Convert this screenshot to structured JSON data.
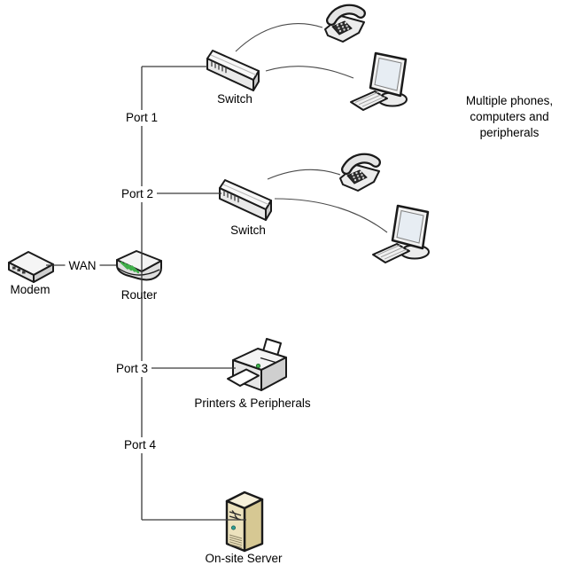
{
  "nodes": {
    "modem": {
      "label": "Modem"
    },
    "router": {
      "label": "Router"
    },
    "switch_top": {
      "label": "Switch"
    },
    "switch_mid": {
      "label": "Switch"
    },
    "printer_group": {
      "label": "Printers & Peripherals"
    },
    "server": {
      "label": "On-site Server"
    }
  },
  "ports": {
    "port1": {
      "label": "Port 1"
    },
    "port2": {
      "label": "Port 2"
    },
    "port3": {
      "label": "Port 3"
    },
    "port4": {
      "label": "Port 4"
    }
  },
  "wan": {
    "label": "WAN"
  },
  "annotation": {
    "text": "Multiple phones,\ncomputers and\nperipherals"
  },
  "icons": {
    "modem": "modem-icon",
    "router": "router-icon",
    "switch": "network-switch-icon",
    "phone": "desk-phone-icon",
    "computer": "desktop-computer-icon",
    "printer": "printer-icon",
    "server": "server-tower-icon"
  },
  "colors": {
    "background": "#ffffff",
    "connector_line": "#3a3a3a",
    "icon_outline": "#1a1a1a",
    "icon_fill_light": "#f6f6f6",
    "icon_fill_shade": "#d4d4d4",
    "router_led_green": "#3fae49",
    "printer_led_green": "#3db04a",
    "server_beige_front": "#ece2bd",
    "server_beige_side": "#d6c893",
    "server_power_teal": "#2fa096",
    "screen_blue": "#e7edf3",
    "text": "#000000"
  }
}
